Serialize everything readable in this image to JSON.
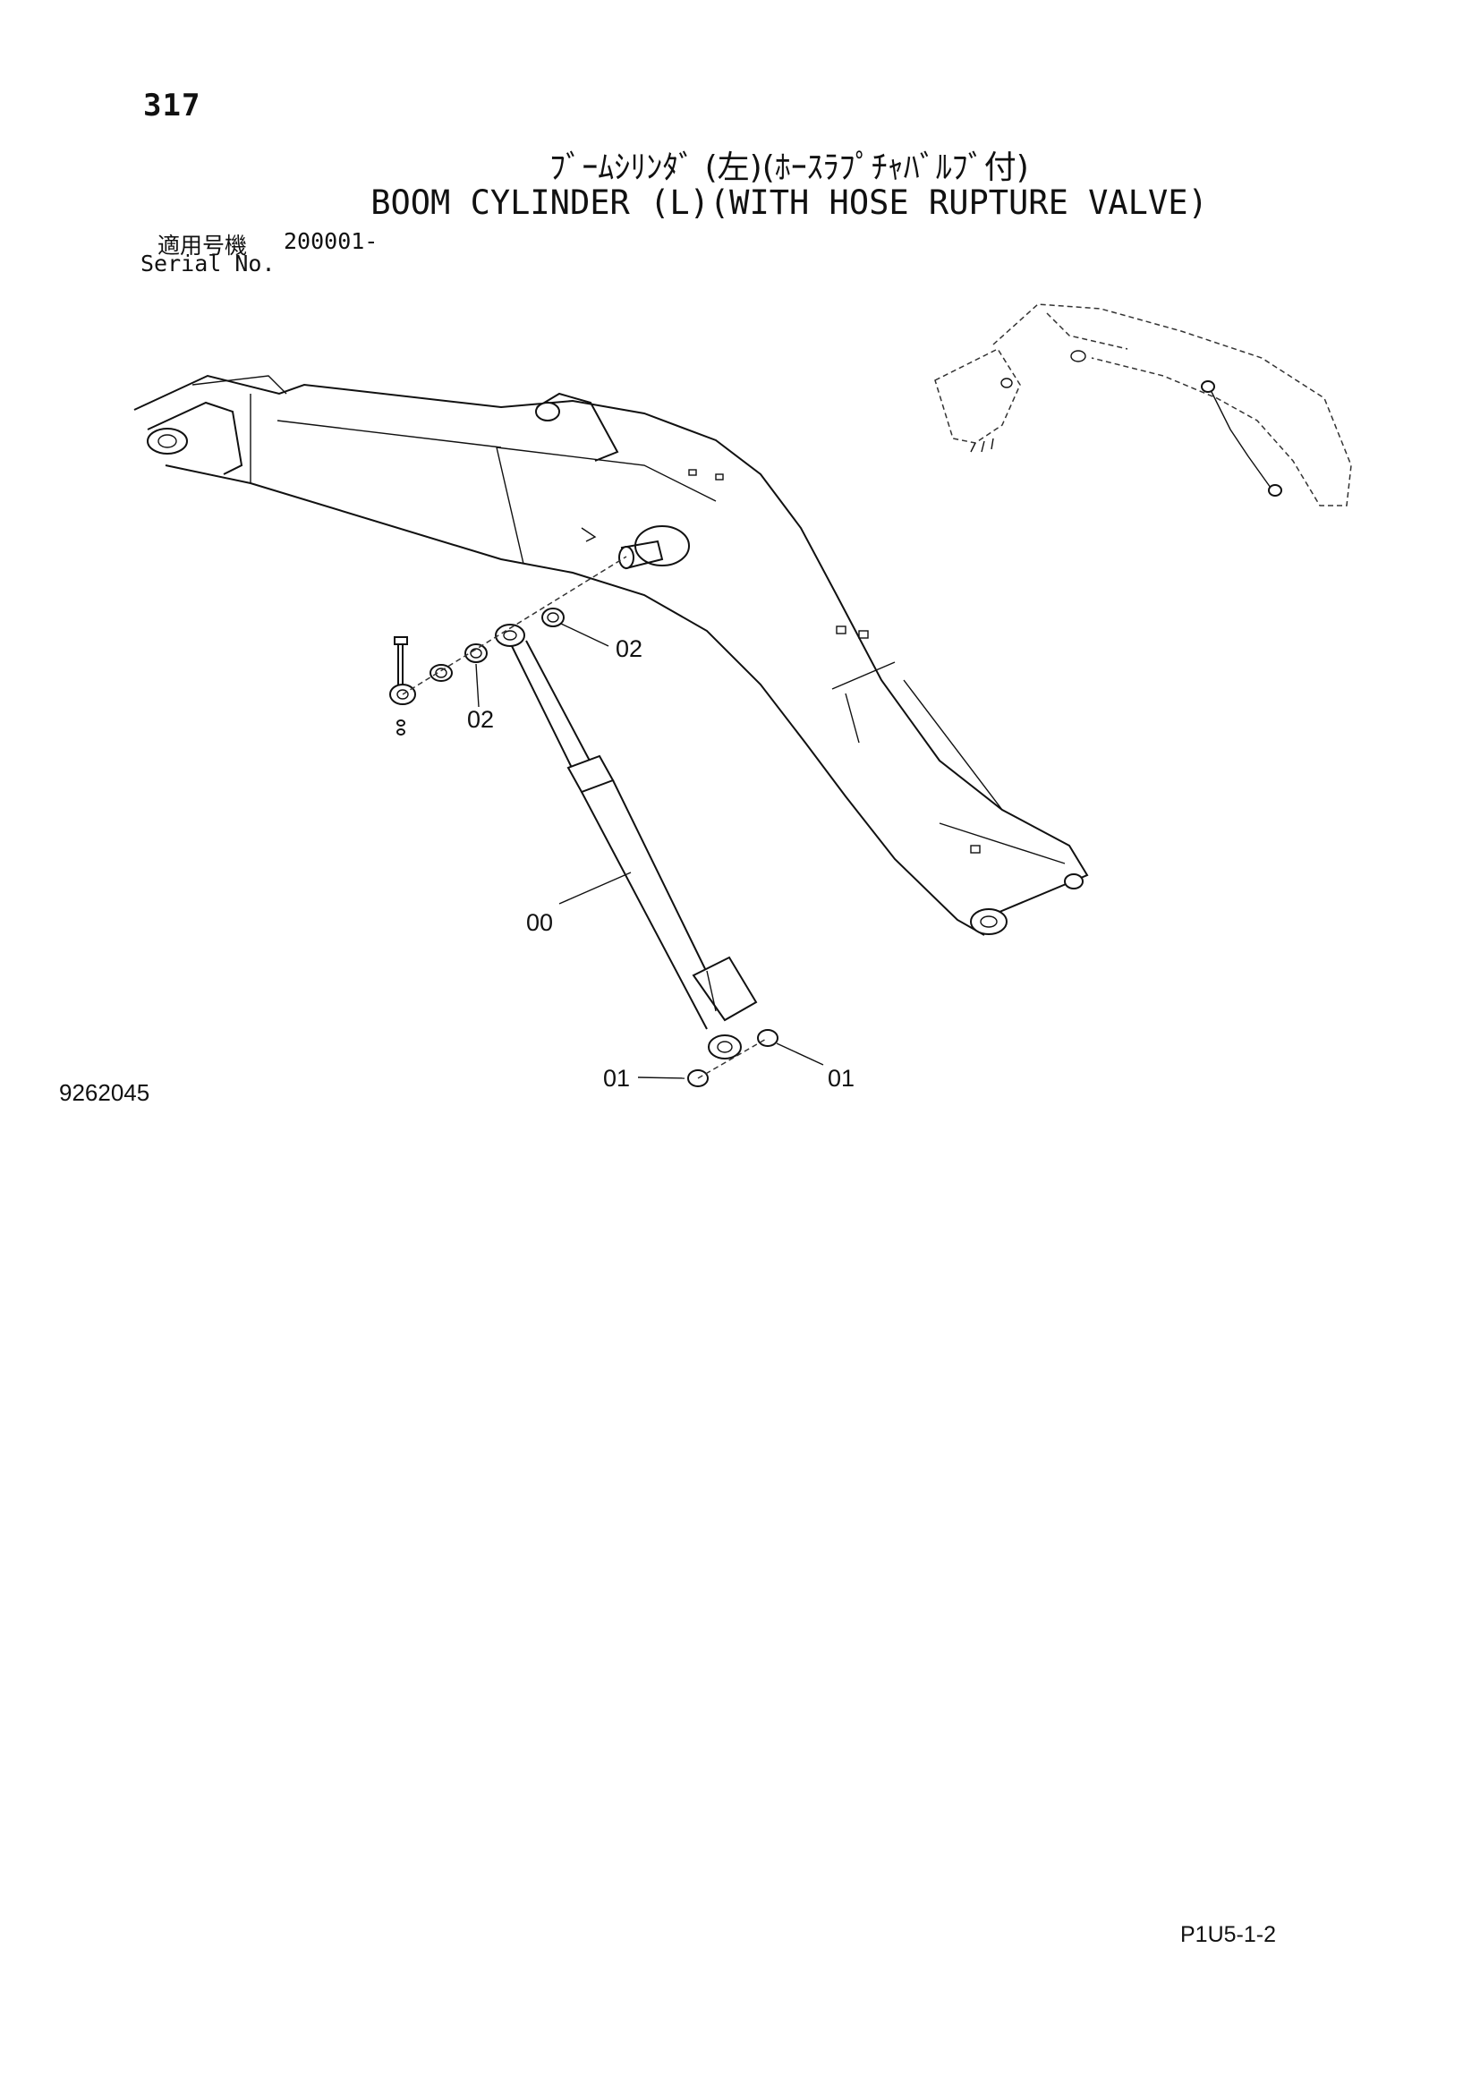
{
  "page": {
    "number": "317",
    "title_jp": "ﾌﾞｰﾑｼﾘﾝﾀﾞ (左)(ﾎｰｽﾗﾌﾟﾁｬﾊﾞﾙﾌﾞ付)",
    "title_en": "BOOM CYLINDER (L)(WITH HOSE RUPTURE VALVE)",
    "serial_label_jp": "適用号機",
    "serial_value": "200001-",
    "serial_label_en": "Serial No.",
    "drawing_number": "9262045",
    "page_code": "P1U5-1-2"
  },
  "diagram": {
    "callouts": [
      "00",
      "01",
      "01",
      "02",
      "02"
    ]
  }
}
